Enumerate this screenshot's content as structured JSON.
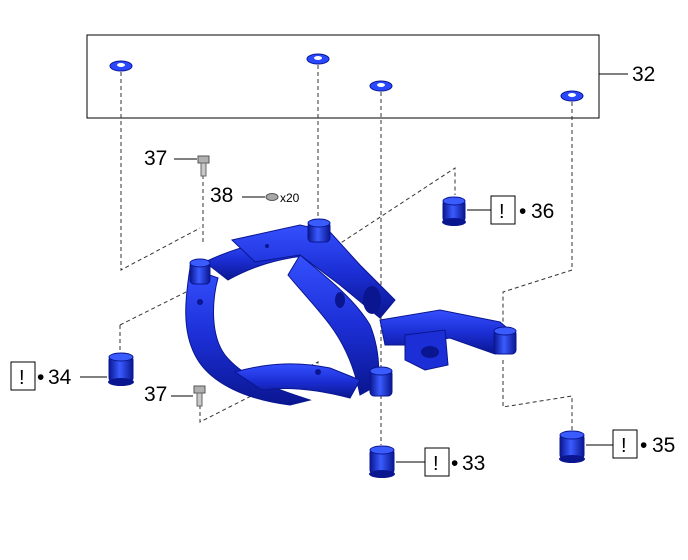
{
  "callouts": {
    "c32": "32",
    "c33": "33",
    "c34": "34",
    "c35": "35",
    "c36": "36",
    "c37_top": "37",
    "c37_bottom": "37",
    "c38": "38"
  },
  "quantity_38": "x20",
  "caution_mark": "!",
  "bullet": "•",
  "colors": {
    "part_blue": "#1c2fd6",
    "part_dark": "#0a1690",
    "part_light": "#5a78ff",
    "fastener_gray": "#9a9a9a"
  },
  "icons": [
    "caution-mark-icon",
    "bolt-icon",
    "clip-icon",
    "mount-bushing-icon",
    "subframe-icon"
  ]
}
